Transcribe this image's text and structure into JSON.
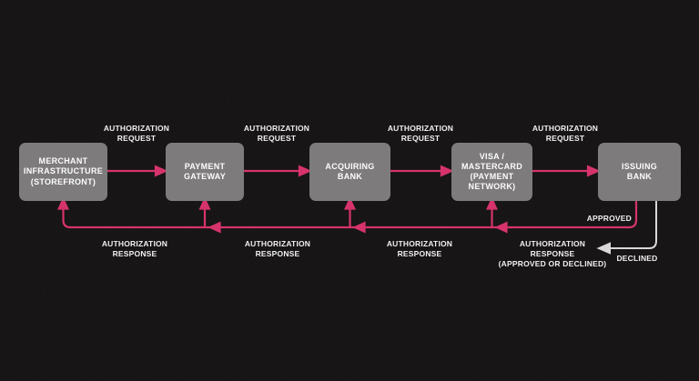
{
  "colors": {
    "background": "#131111",
    "node_fill": "#7d7b7c",
    "node_text": "#fdfdfd",
    "flow_accent_pink": "#d6336c",
    "declined_line": "#d9d9d9",
    "label_text": "#f1f0f0"
  },
  "nodes": [
    {
      "id": "merchant-infrastructure",
      "label": "MERCHANT\nINFRASTRUCTURE\n(STOREFRONT)"
    },
    {
      "id": "payment-gateway",
      "label": "PAYMENT\nGATEWAY"
    },
    {
      "id": "acquiring-bank",
      "label": "ACQUIRING\nBANK"
    },
    {
      "id": "payment-network",
      "label": "VISA /\nMASTERCARD\n(PAYMENT\nNETWORK)"
    },
    {
      "id": "issuing-bank",
      "label": "ISSUING\nBANK"
    }
  ],
  "edge_labels": {
    "request": "AUTHORIZATION\nREQUEST",
    "response": "AUTHORIZATION\nRESPONSE",
    "response_full": "AUTHORIZATION\nRESPONSE\n(APPROVED OR DECLINED)",
    "approved": "APPROVED",
    "declined": "DECLINED"
  },
  "flow": {
    "request_path": [
      "merchant-infrastructure",
      "payment-gateway",
      "acquiring-bank",
      "payment-network",
      "issuing-bank"
    ],
    "response_path": [
      "issuing-bank",
      "payment-network",
      "acquiring-bank",
      "payment-gateway",
      "merchant-infrastructure"
    ],
    "declined_outcome": "issuing-bank -> declined",
    "approved_outcome": "issuing-bank -> approved"
  }
}
